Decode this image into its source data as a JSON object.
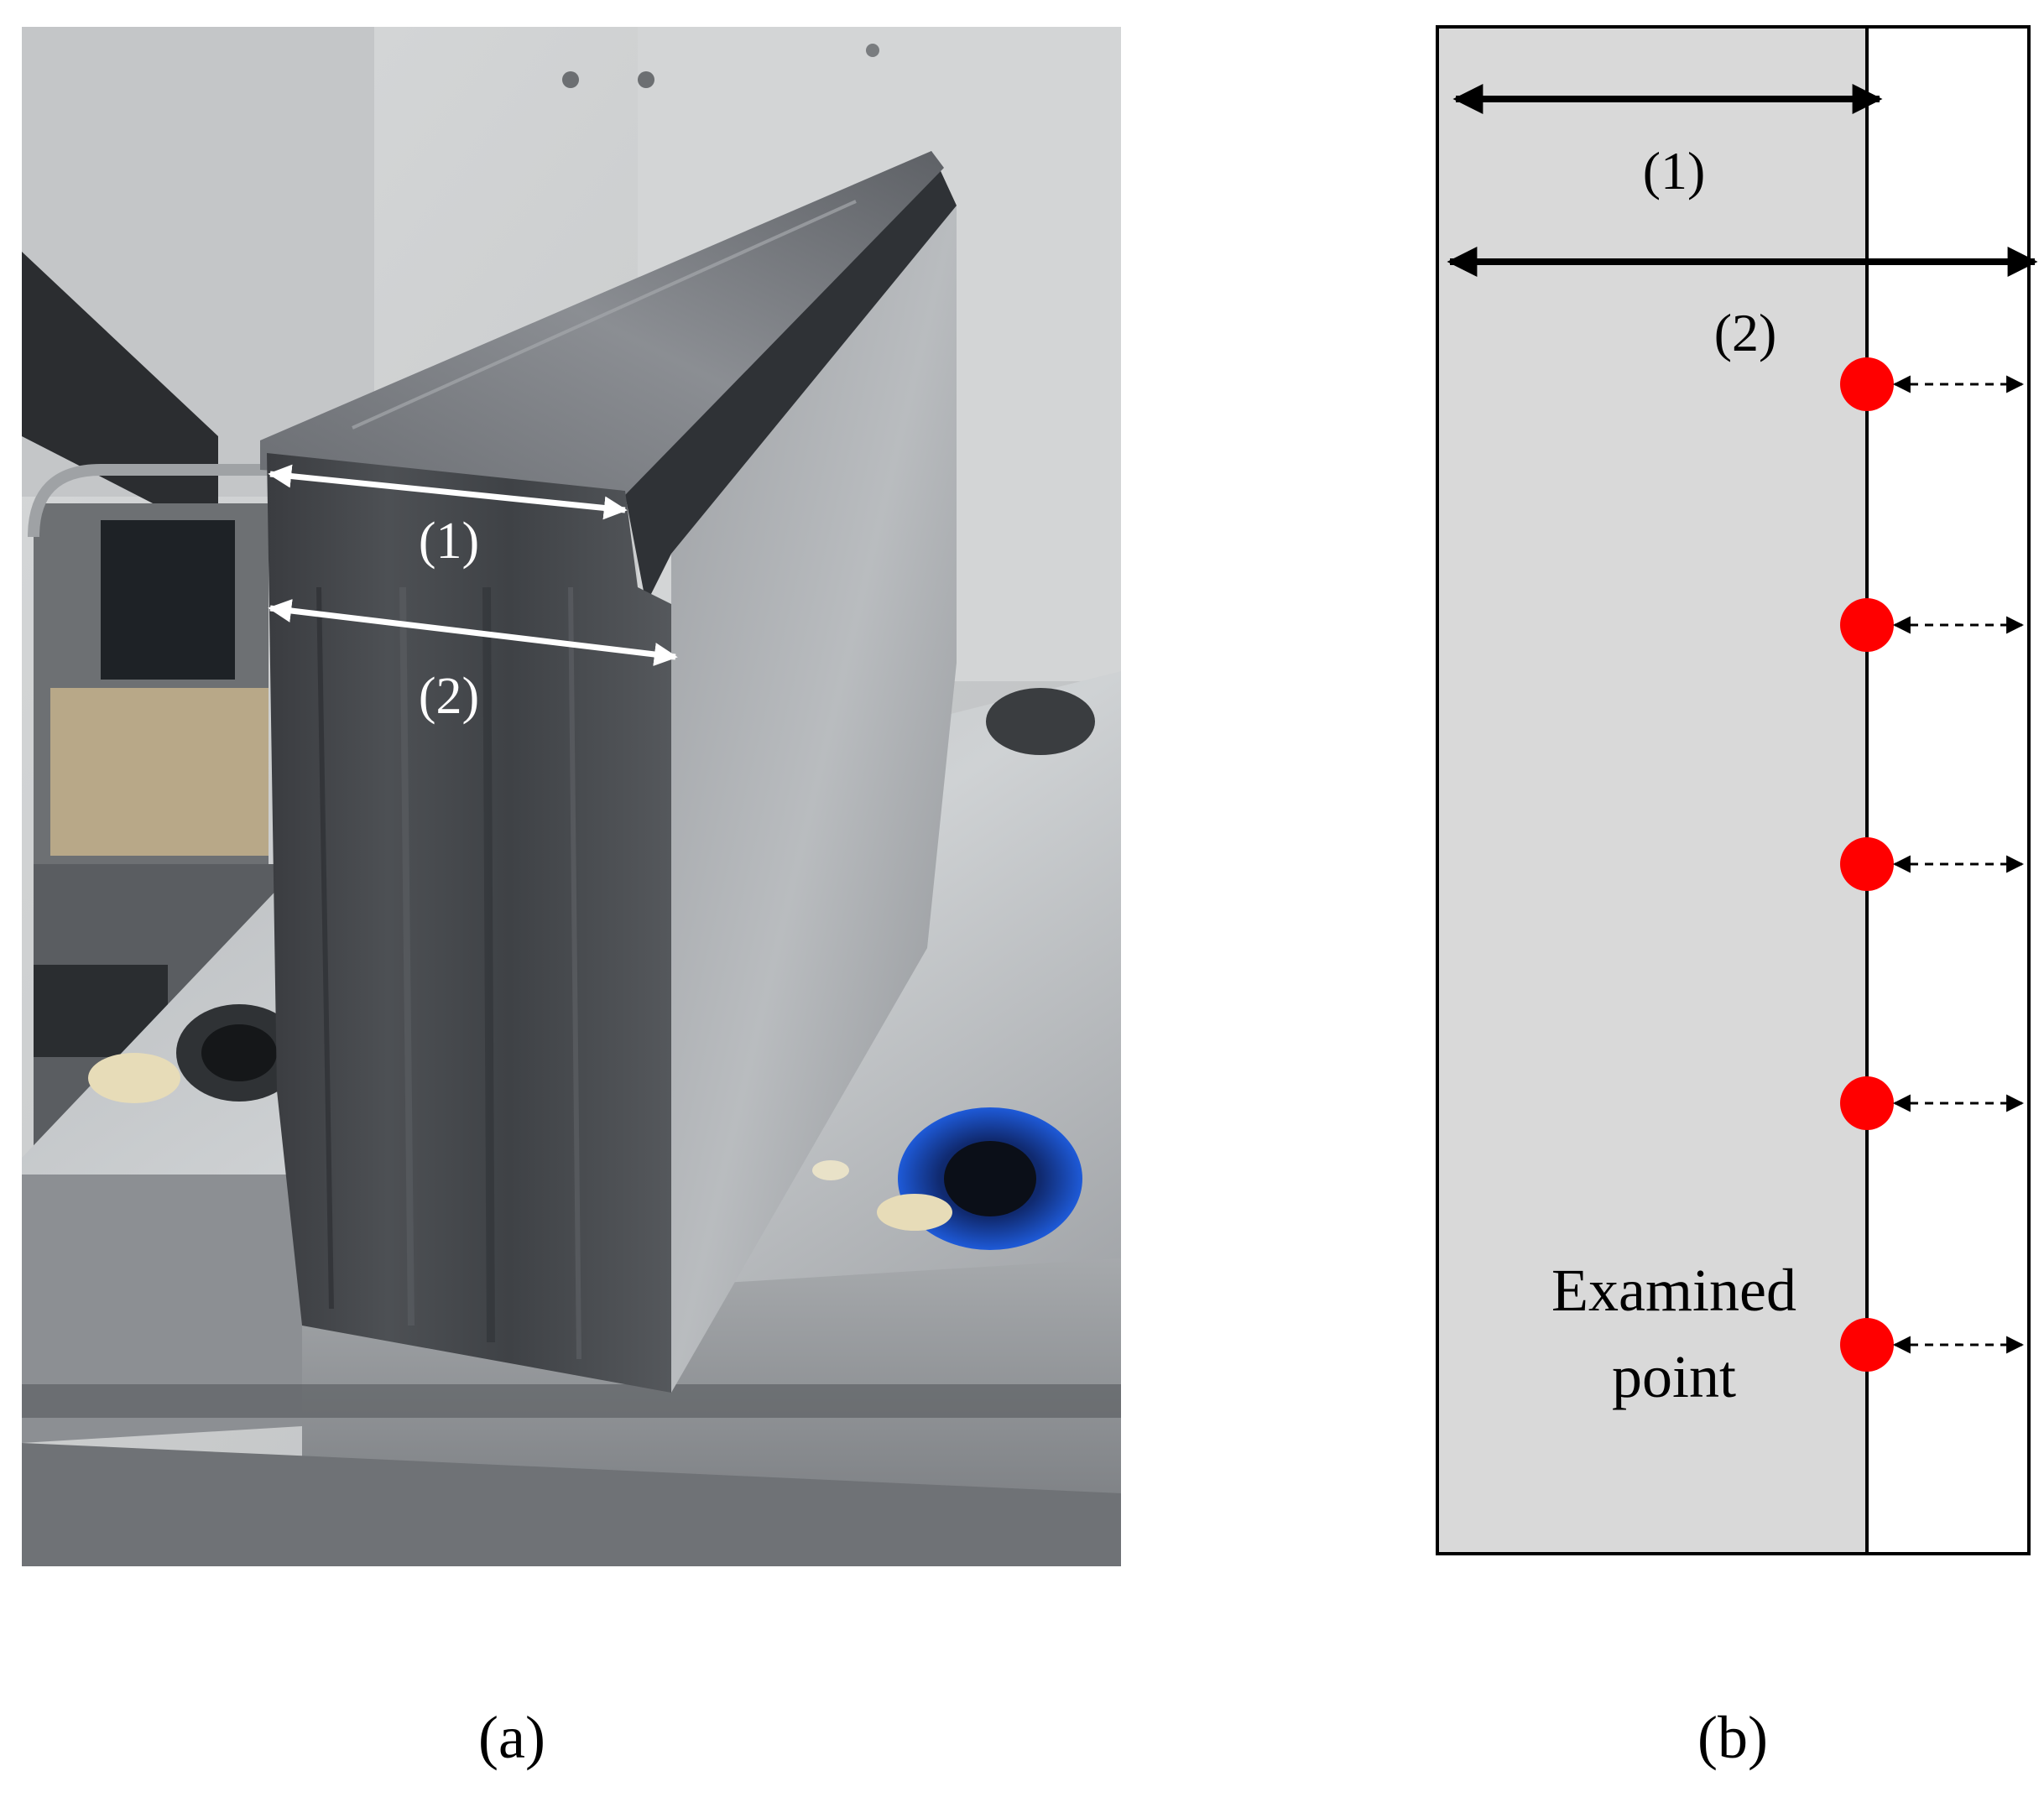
{
  "panel_a": {
    "photo_description_icon": "machined-workpiece-photo",
    "dimension_labels": [
      "(1)",
      "(2)"
    ],
    "caption": "(a)"
  },
  "panel_b": {
    "dimension_labels": [
      "(1)",
      "(2)"
    ],
    "examined_label_line1": "Examined",
    "examined_label_line2": "point",
    "examined_point_count": 5,
    "caption": "(b)"
  },
  "colors": {
    "panel_fill": "#d9d9d9",
    "point_red": "#ff0000",
    "arrow_white": "#ffffff",
    "arrow_black": "#000000"
  }
}
